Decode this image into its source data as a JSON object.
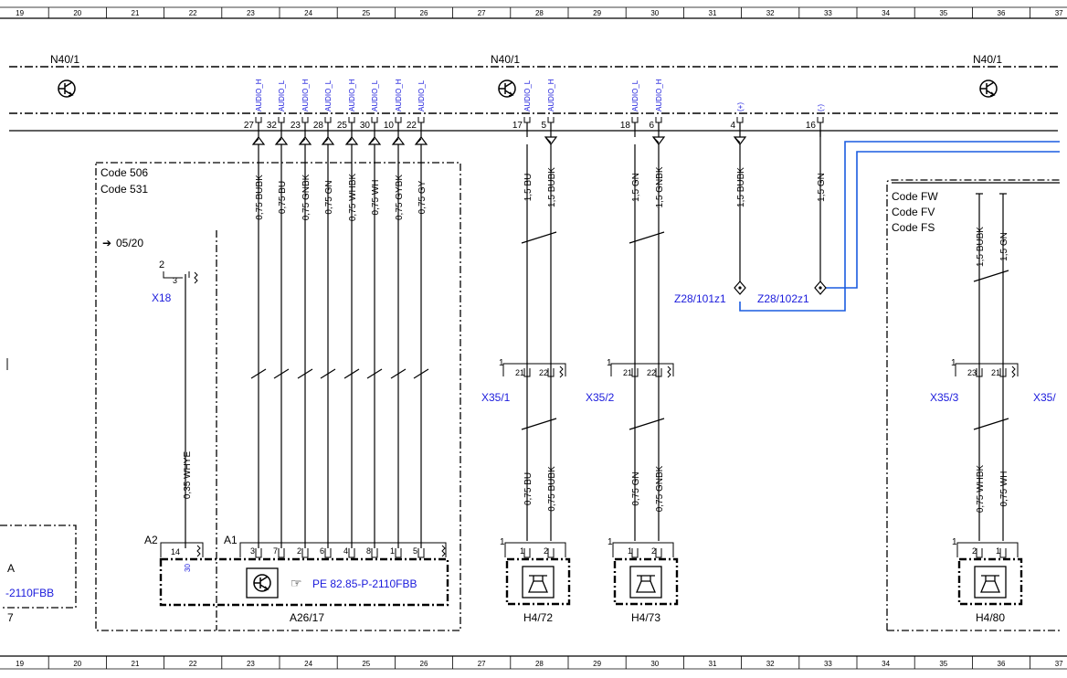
{
  "ruler": {
    "numbers": [
      "19",
      "20",
      "21",
      "22",
      "23",
      "24",
      "25",
      "26",
      "27",
      "28",
      "29",
      "30",
      "31",
      "32",
      "33",
      "34",
      "35",
      "36",
      "37"
    ]
  },
  "modules": {
    "n40_left": "N40/1",
    "n40_mid": "N40/1",
    "n40_right": "N40/1"
  },
  "bus_connector": {
    "pins": [
      {
        "pin": "27",
        "label": "AUDIO_H",
        "dir": "up"
      },
      {
        "pin": "32",
        "label": "AUDIO_L",
        "dir": "up"
      },
      {
        "pin": "23",
        "label": "AUDIO_H",
        "dir": "up"
      },
      {
        "pin": "28",
        "label": "AUDIO_L",
        "dir": "up"
      },
      {
        "pin": "25",
        "label": "AUDIO_H",
        "dir": "up"
      },
      {
        "pin": "30",
        "label": "AUDIO_L",
        "dir": "up"
      },
      {
        "pin": "10",
        "label": "AUDIO_H",
        "dir": "up"
      },
      {
        "pin": "22",
        "label": "AUDIO_L",
        "dir": "up"
      },
      {
        "pin": "17",
        "label": "AUDIO_L",
        "dir": "none"
      },
      {
        "pin": "5",
        "label": "AUDIO_H",
        "dir": "down"
      },
      {
        "pin": "18",
        "label": "AUDIO_L",
        "dir": "none"
      },
      {
        "pin": "6",
        "label": "AUDIO_H",
        "dir": "down"
      },
      {
        "pin": "4",
        "label": "(+)",
        "dir": "down"
      },
      {
        "pin": "16",
        "label": "(-)",
        "dir": "none"
      }
    ]
  },
  "code_box_left": {
    "line1": "Code 506",
    "line2": "Code 531",
    "ref": "05/20"
  },
  "code_box_right": {
    "line1": "Code FW",
    "line2": "Code FV",
    "line3": "Code FS"
  },
  "wires_upper": [
    "0,75 BUBK",
    "0,75 BU",
    "0,75 GNBK",
    "0,75 GN",
    "0,75 WHBK",
    "0,75 WH",
    "0,75 GYBK",
    "0,75 GY"
  ],
  "wires_spk": {
    "a_top": "1,5 BU",
    "b_top": "1,5 BUBK",
    "c_top": "1,5 GN",
    "d_top": "1,5 GNBK",
    "e_top": "1,5 BUBK",
    "f_top": "1,5 GN",
    "a_bot": "0,75 BU",
    "b_bot": "0,75 BUBK",
    "c_bot": "0,75 GN",
    "d_bot": "0,75 GNBK",
    "g_top": "1,5 BUBK",
    "h_top": "1,5 GN",
    "g_bot": "0,75 WHBK",
    "h_bot": "0,75 WH"
  },
  "x18": {
    "label": "X18",
    "pin_top": "2",
    "pin": "3",
    "wire": "0,35 WHYE"
  },
  "splices": {
    "z1": "Z28/101z1",
    "z2": "Z28/102z1"
  },
  "connectors": {
    "x35_1": {
      "label": "X35/1",
      "p1": "1",
      "p2": "21",
      "p3": "22"
    },
    "x35_2": {
      "label": "X35/2",
      "p1": "1",
      "p2": "21",
      "p3": "22"
    },
    "x35_3": {
      "label": "X35/3",
      "p1": "1",
      "p2": "23",
      "p3": "21"
    },
    "x35_4": {
      "label": "X35/"
    }
  },
  "a26": {
    "label": "A26/17",
    "a1": "A1",
    "a2": "A2",
    "a2_pin": "14",
    "a2_sub": "30",
    "pins": [
      "3",
      "7",
      "2",
      "6",
      "4",
      "8",
      "1",
      "5"
    ],
    "ref": "PE 82.85-P-2110FBB"
  },
  "left_box": {
    "line1": "A",
    "ref": "-2110FBB",
    "num": "7"
  },
  "speakers": {
    "h4_72": {
      "label": "H4/72",
      "pin_top": "1",
      "p1": "1",
      "p2": "2"
    },
    "h4_73": {
      "label": "H4/73",
      "pin_top": "1",
      "p1": "1",
      "p2": "2"
    },
    "h4_80": {
      "label": "H4/80",
      "pin_top": "1",
      "p1": "2",
      "p2": "1"
    }
  },
  "colors": {
    "blue_text": "#1a1adc",
    "blue_wire": "#1a5ce0"
  }
}
